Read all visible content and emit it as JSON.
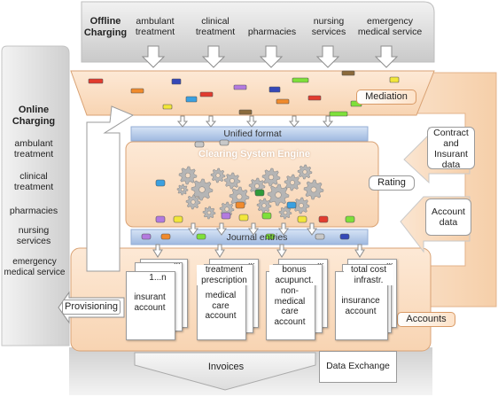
{
  "offline": {
    "title": "Offline Charging",
    "columns": [
      "ambulant treatment",
      "clinical treatment",
      "pharmacies",
      "nursing services",
      "emergency medical service"
    ]
  },
  "online": {
    "title": "Online Charging",
    "items": [
      "ambulant treatment",
      "clinical treatment",
      "pharmacies",
      "nursing services",
      "emergency medical service"
    ]
  },
  "labels": {
    "mediation": "Mediation",
    "unified_format": "Unified format",
    "engine": "Clearing System Engine",
    "rating": "Rating",
    "journal": "Journal entries",
    "contract_data": "Contract and Insurant data",
    "account_data": "Account data",
    "provisioning": "Provisioning",
    "accounts": "Accounts",
    "invoices": "Invoices",
    "data_exchange": "Data Exchange"
  },
  "account_stacks": [
    {
      "top": "1...n",
      "main": "insurant account",
      "ellipsis": "..."
    },
    {
      "top": "treatment prescription",
      "main": "medical care account",
      "ellipsis": "..."
    },
    {
      "top": "bonus acupunct.",
      "main": "non-medical care account",
      "ellipsis": "..."
    },
    {
      "top": "total cost infrastr.",
      "main": "insurance account",
      "ellipsis": "..."
    }
  ],
  "colors": {
    "orange_panel": "#fbe3cc",
    "orange_border": "#d9a274",
    "blue_band": "#b9cdea",
    "grey_panel": "#dcdcdc",
    "gear": "#b8b8b8"
  }
}
